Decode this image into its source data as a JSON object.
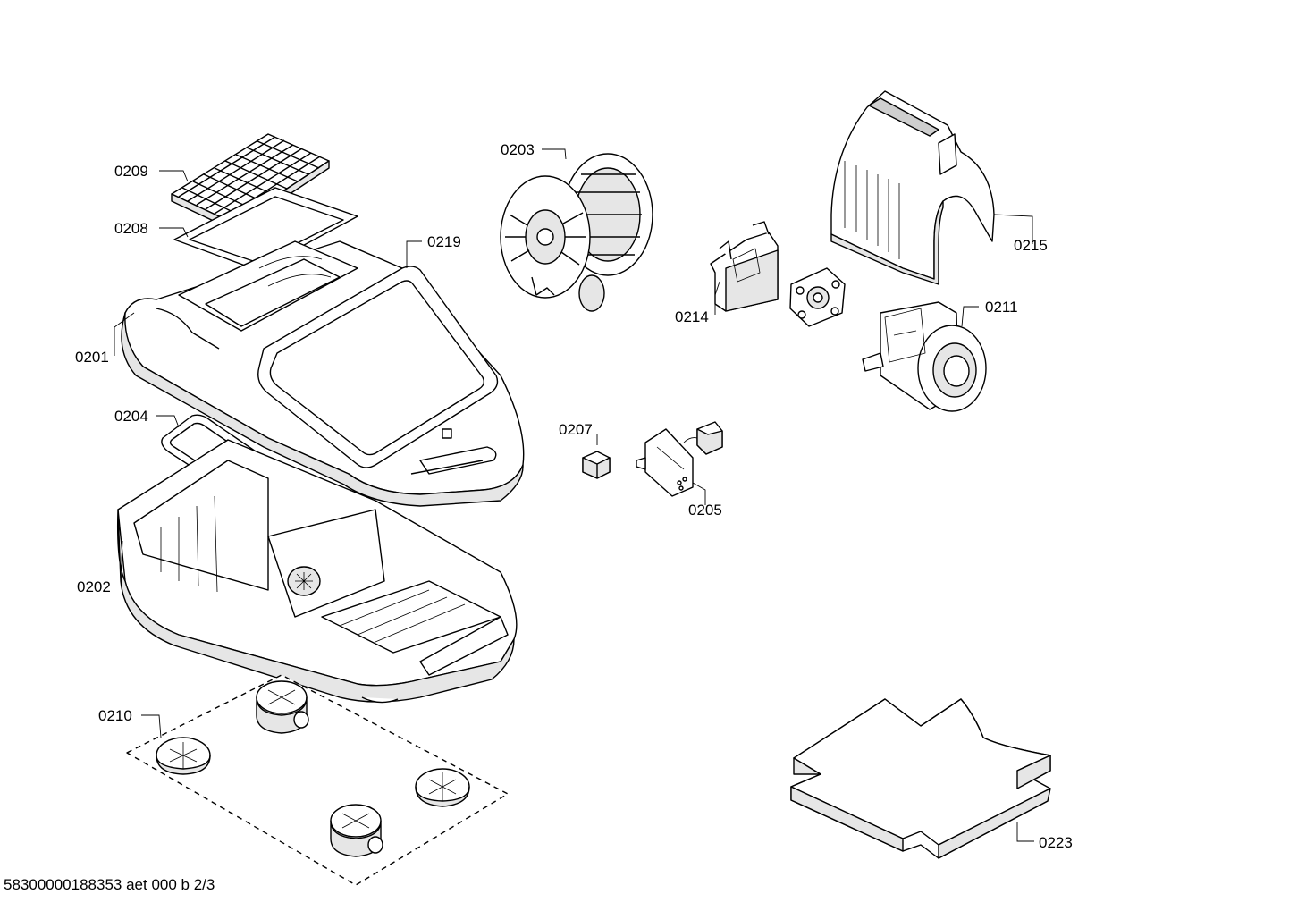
{
  "document_id": "58300000188353 aet 000 b 2/3",
  "parts": {
    "p0201": "0201",
    "p0202": "0202",
    "p0203": "0203",
    "p0204": "0204",
    "p0205": "0205",
    "p0207": "0207",
    "p0208": "0208",
    "p0209": "0209",
    "p0210": "0210",
    "p0211": "0211",
    "p0214": "0214",
    "p0215": "0215",
    "p0219": "0219",
    "p0223": "0223"
  }
}
